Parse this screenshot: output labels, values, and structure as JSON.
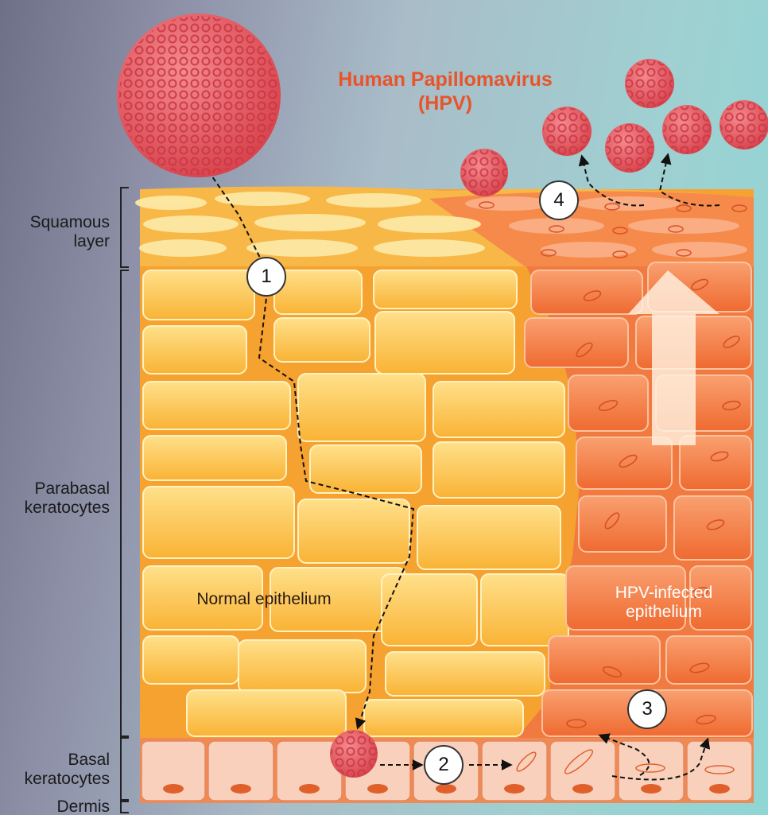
{
  "title": {
    "line1": "Human Papillomavirus",
    "line2": "(HPV)"
  },
  "layers": {
    "squamous": {
      "line1": "Squamous",
      "line2": "layer"
    },
    "parabasal": {
      "line1": "Parabasal",
      "line2": "keratocytes"
    },
    "basal": {
      "line1": "Basal",
      "line2": "keratocytes"
    },
    "dermis": "Dermis"
  },
  "regions": {
    "normal": "Normal epithelium",
    "infected": {
      "line1": "HPV-infected",
      "line2": "epithelium"
    }
  },
  "steps": [
    "1",
    "2",
    "3",
    "4"
  ],
  "colors": {
    "virus": "#e8535a",
    "normal_cell": "#fbbf3a",
    "infected_cell": "#f2743a",
    "title": "#e8542a",
    "basal": "#f6c8b4"
  }
}
